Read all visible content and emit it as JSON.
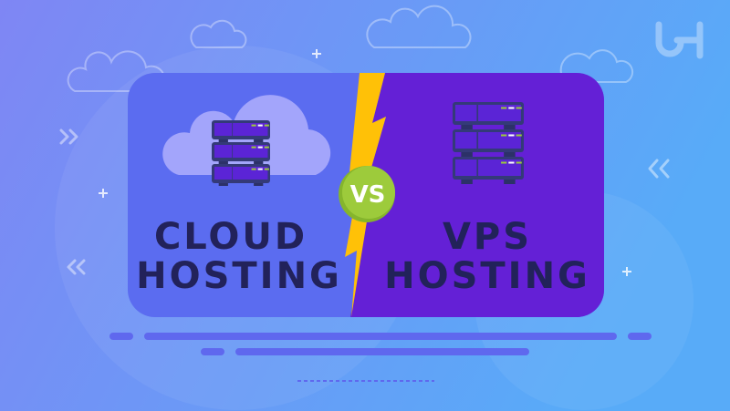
{
  "left": {
    "title_line1": "CLOUD",
    "title_line2": "HOSTING",
    "color": "#5b6cf0"
  },
  "right": {
    "title_line1": "VPS",
    "title_line2": "HOSTING",
    "color": "#6420d6"
  },
  "badge": {
    "label": "VS",
    "color": "#9dcb3b"
  },
  "logo": {
    "text": "UH"
  },
  "colors": {
    "bolt": "#ffc107",
    "text": "#22225a",
    "bg_left": "#7f8cf6",
    "bg_right": "#58abf8"
  }
}
